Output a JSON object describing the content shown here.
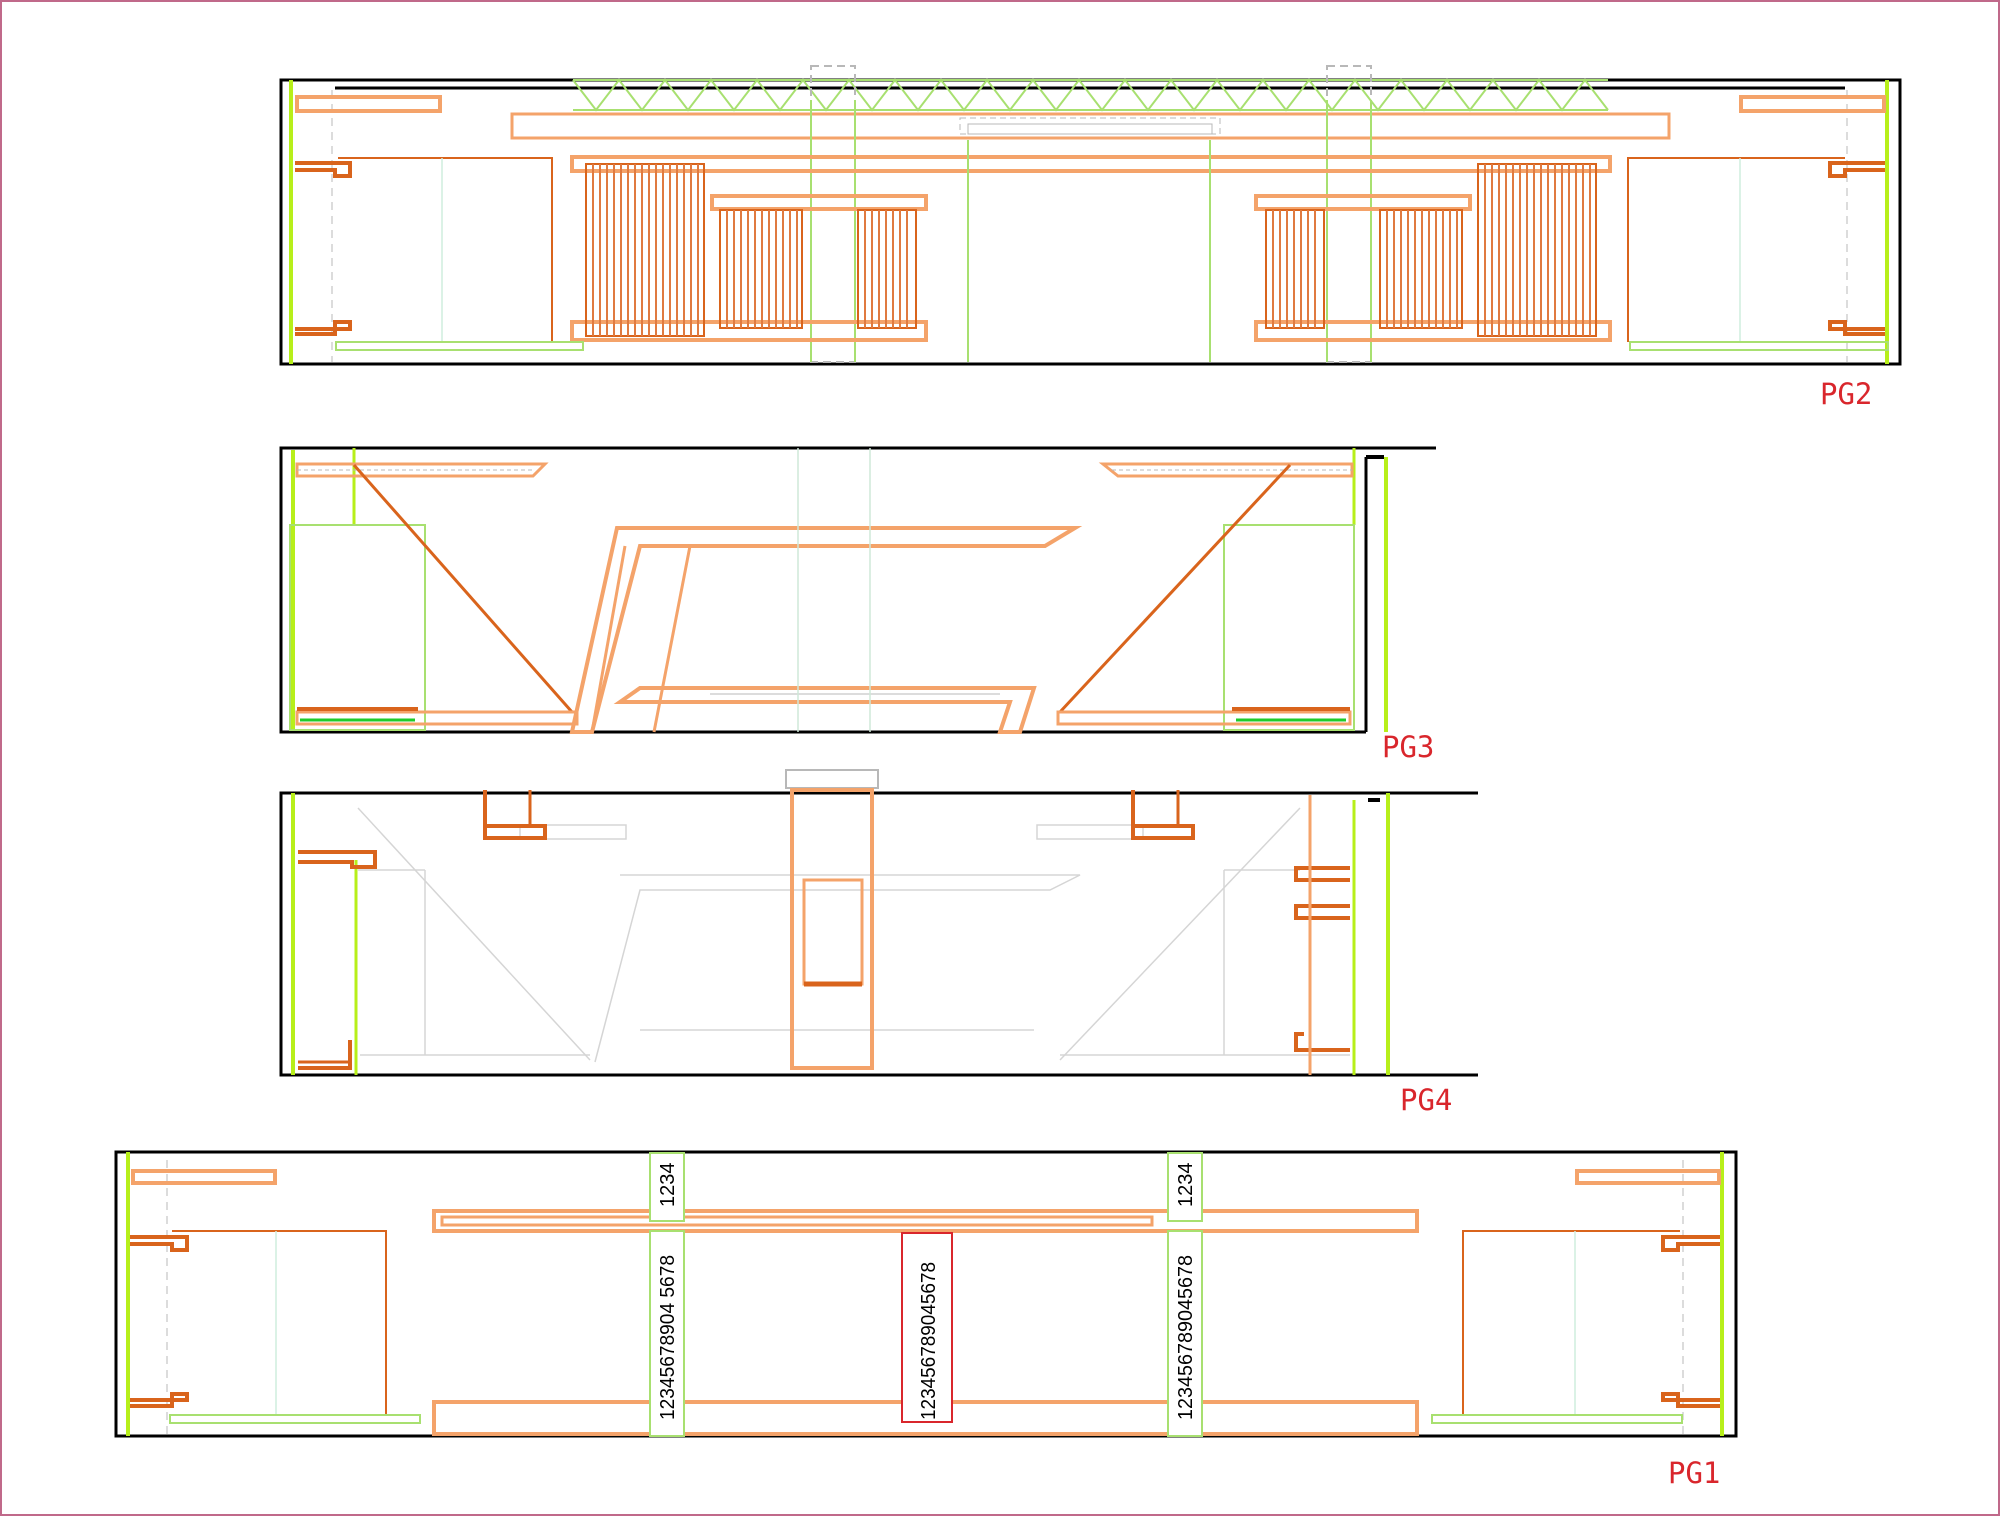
{
  "labels": {
    "pg2": "PG2",
    "pg3": "PG3",
    "pg4": "PG4",
    "pg1": "PG1"
  },
  "pg1_text": {
    "column_left_top": "1234",
    "column_right_top": "1234",
    "column_left_main": "12345678904 5678",
    "center_box": "123456789045678",
    "column_right_main": "123456789045678"
  },
  "colors": {
    "frame": "#c0698a",
    "line": "#000000",
    "orange_light": "#f4a36a",
    "orange_dark": "#d9641c",
    "green_bright": "#b7ef1a",
    "green_light": "#a8e070",
    "label_red": "#d9262c",
    "grey": "#b8b8b8"
  }
}
